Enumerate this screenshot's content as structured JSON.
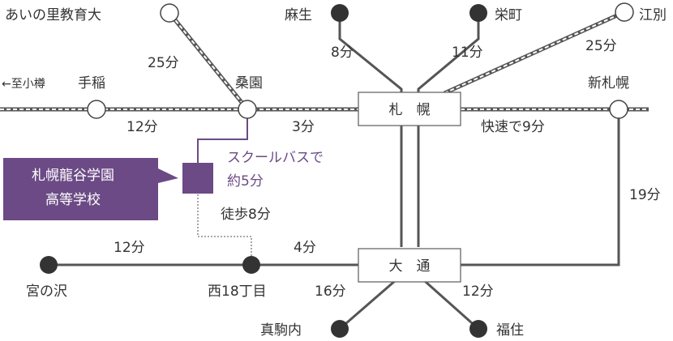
{
  "colors": {
    "line": "#555555",
    "purple": "#6b4a85",
    "station_fill": "#333333"
  },
  "stations": {
    "aino": "あいの里教育大",
    "asabu": "麻生",
    "sakaemachi": "栄町",
    "ebetsu": "江別",
    "teine": "手稲",
    "soen": "桑園",
    "sapporo": "札　幌",
    "shin_sapporo": "新札幌",
    "odori": "大　通",
    "miyanosawa": "宮の沢",
    "nishi18": "西18丁目",
    "makomanai": "真駒内",
    "fukuzumi": "福住"
  },
  "direction_label": "←至小樽",
  "times": {
    "aino_soen": "25分",
    "asabu_sapporo": "8分",
    "sakaemachi_sapporo": "11分",
    "ebetsu_sapporo": "25分",
    "teine_soen": "12分",
    "soen_sapporo": "3分",
    "sapporo_shinsapporo": "快速で9分",
    "shinsapporo_odori": "19分",
    "miyanosawa_nishi18": "12分",
    "nishi18_odori": "4分",
    "makomanai_odori": "16分",
    "fukuzumi_odori": "12分"
  },
  "school": {
    "name_line1": "札幌龍谷学園",
    "name_line2": "高等学校",
    "bus_line1": "スクールバスで",
    "bus_line2": "約5分",
    "walk": "徒歩8分"
  }
}
